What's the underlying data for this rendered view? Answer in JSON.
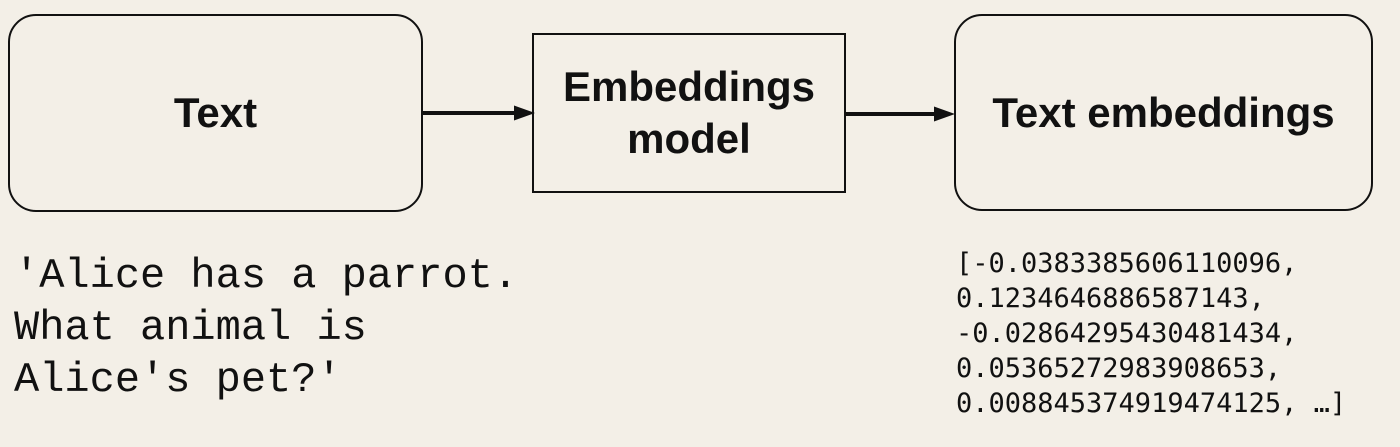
{
  "page": {
    "background_color": "#f3efe7",
    "line_color": "#111111"
  },
  "diagram": {
    "nodes": [
      {
        "id": "text",
        "label": "Text",
        "shape": "rounded-rectangle"
      },
      {
        "id": "embeddings-model",
        "label": "Embeddings model",
        "shape": "rectangle"
      },
      {
        "id": "text-embeddings",
        "label": "Text embeddings",
        "shape": "rounded-rectangle"
      }
    ],
    "edges": [
      {
        "from": "text",
        "to": "embeddings-model",
        "type": "arrow-right"
      },
      {
        "from": "embeddings-model",
        "to": "text-embeddings",
        "type": "arrow-right"
      }
    ]
  },
  "samples": {
    "input_text": "'Alice has a parrot.\nWhat animal is\nAlice's pet?'",
    "output_embeddings": "[-0.0383385606110096,\n0.1234646886587143,\n-0.02864295430481434,\n0.05365272983908653,\n0.008845374919474125, …]"
  }
}
